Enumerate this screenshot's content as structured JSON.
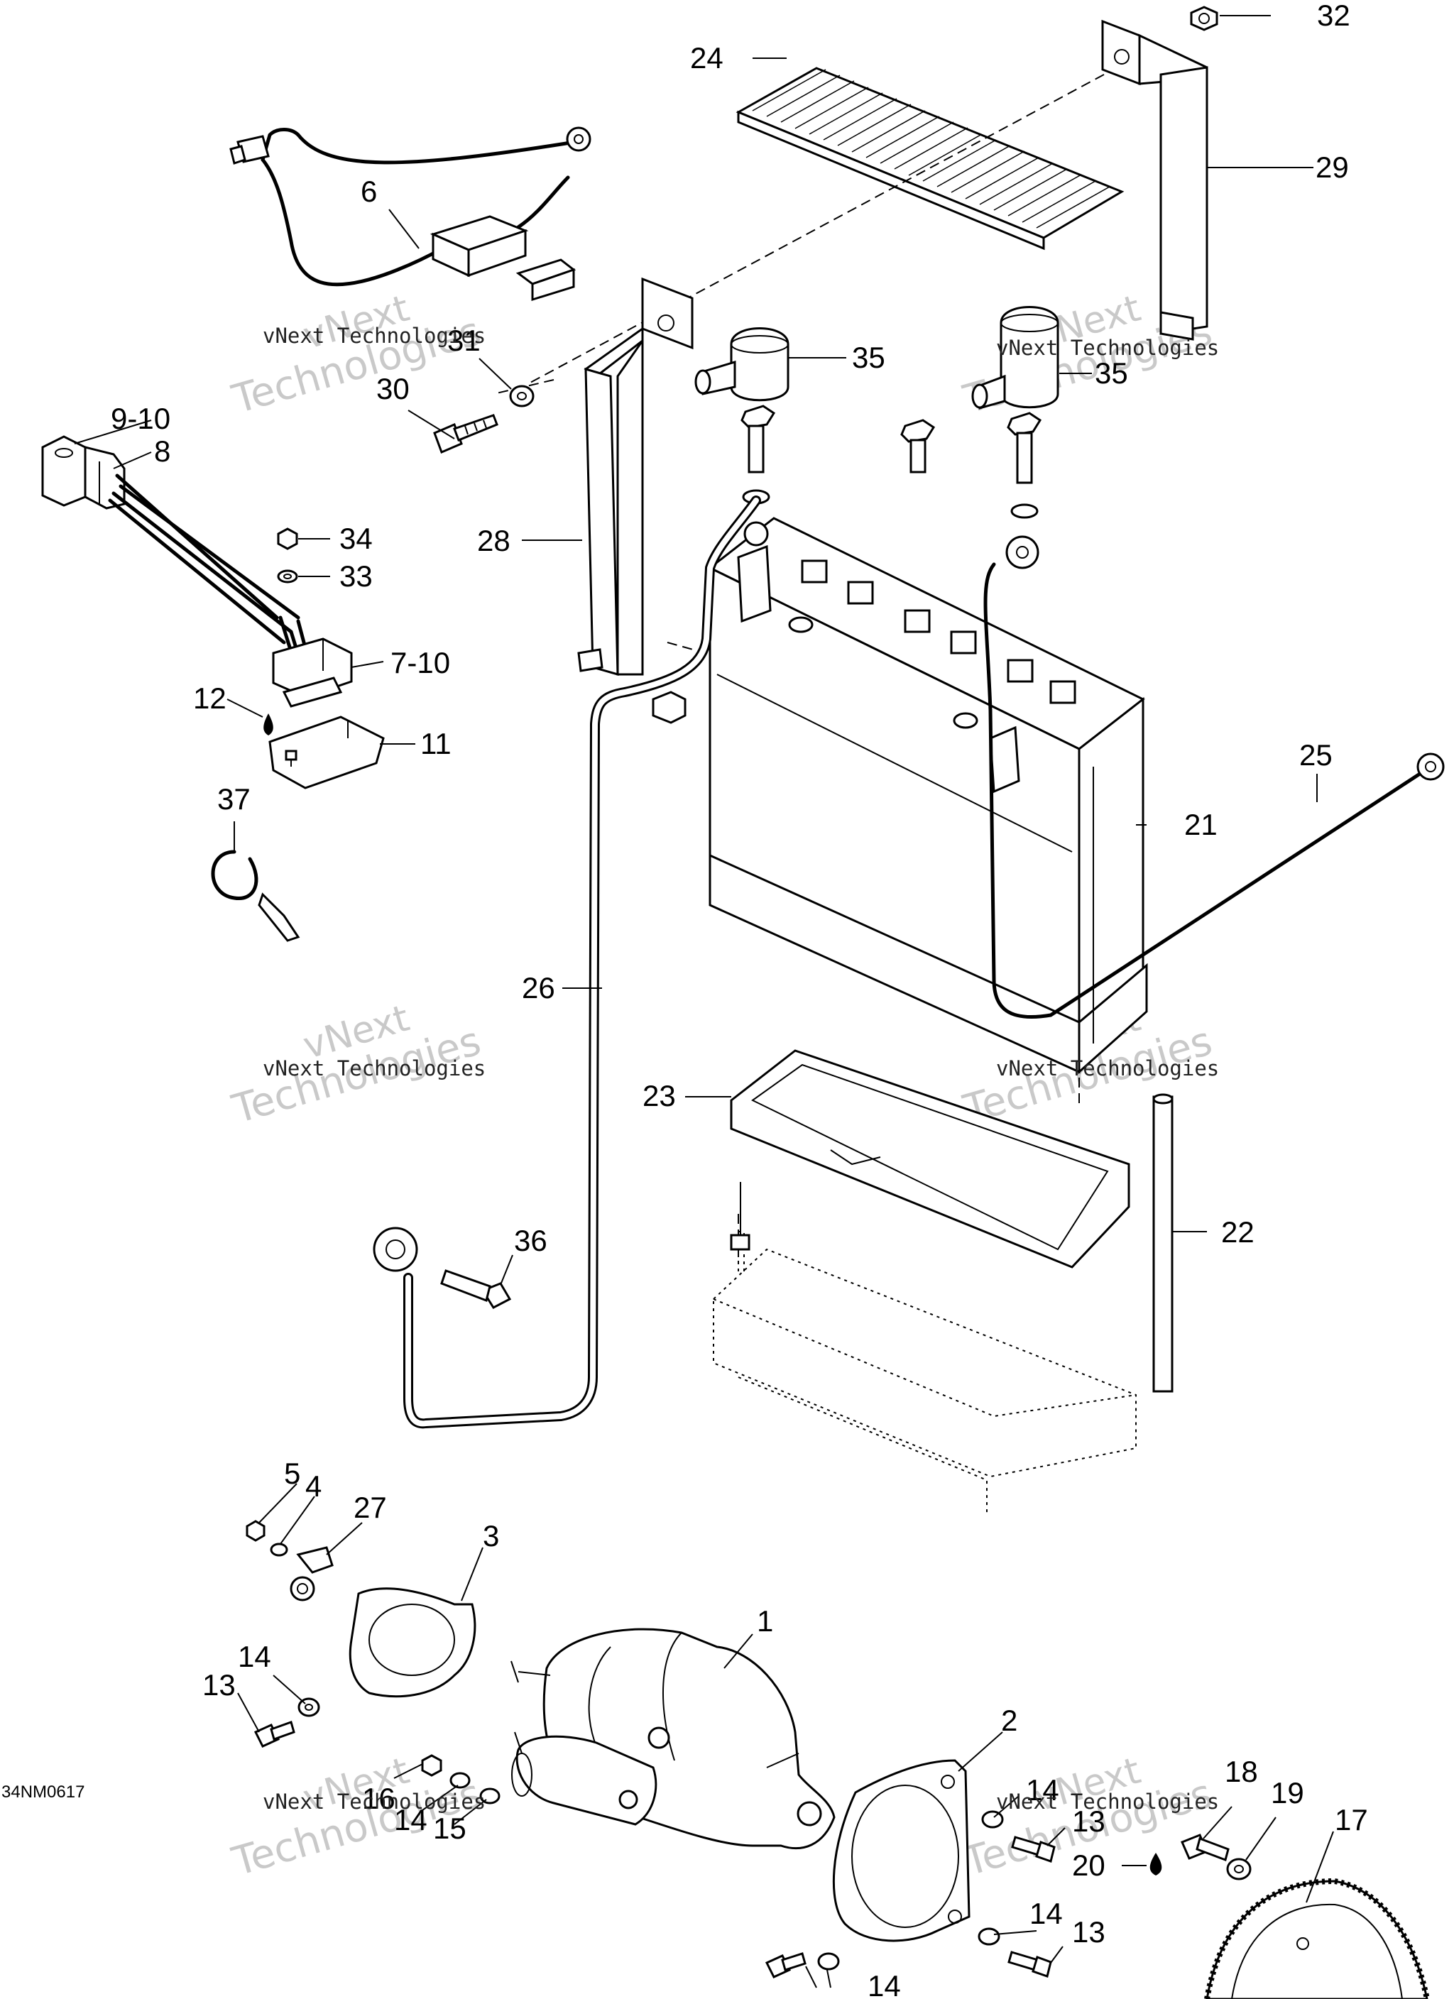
{
  "drawing_code": "34NM0617",
  "watermark": {
    "line1": "vNext",
    "line2": "Technologies",
    "overlay": "vNext Technologies"
  },
  "callouts": {
    "c1": "1",
    "c2": "2",
    "c3": "3",
    "c4": "4",
    "c5": "5",
    "c6": "6",
    "c7_10": "7-10",
    "c8": "8",
    "c9_10": "9-10",
    "c11": "11",
    "c12": "12",
    "c13a": "13",
    "c13b": "13",
    "c13c": "13",
    "c14a": "14",
    "c14b": "14",
    "c14c": "14",
    "c14d": "14",
    "c14e": "14",
    "c15": "15",
    "c16": "16",
    "c17": "17",
    "c18": "18",
    "c19": "19",
    "c20": "20",
    "c21": "21",
    "c22": "22",
    "c23": "23",
    "c24": "24",
    "c25": "25",
    "c26": "26",
    "c27": "27",
    "c28": "28",
    "c29": "29",
    "c30": "30",
    "c31": "31",
    "c32": "32",
    "c33": "33",
    "c34": "34",
    "c35a": "35",
    "c35b": "35",
    "c36": "36",
    "c37": "37"
  }
}
